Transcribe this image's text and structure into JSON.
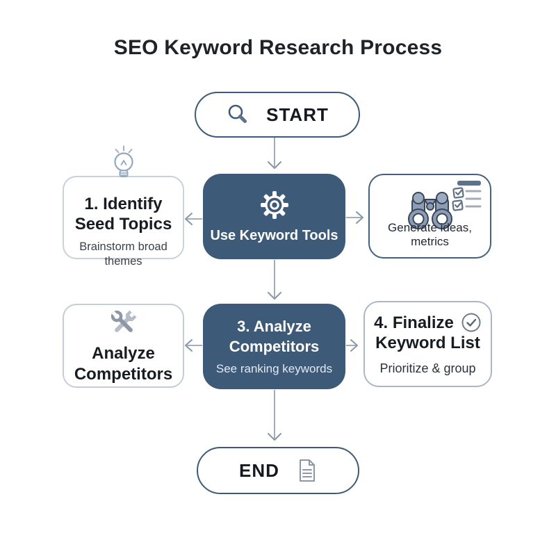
{
  "title": "SEO Keyword Research Process",
  "colors": {
    "node_fill": "#3d5a78",
    "pill_border": "#3d5a78",
    "arrow": "#93a3b4",
    "arrow_head": "#8895a4",
    "light_border": "#c9d1da",
    "text_dark": "#171c22",
    "node_text": "#ffffff"
  },
  "flow": {
    "start": {
      "label": "START",
      "icon": "search-icon"
    },
    "step1": {
      "title_line1": "1. Identify",
      "title_line2": "Seed Topics",
      "subtitle": "Brainstorm broad themes",
      "icon": "lightbulb-icon"
    },
    "tools": {
      "label": "Use Keyword Tools",
      "icon": "gear-icon"
    },
    "generate": {
      "caption": "Generate ideas, metrics",
      "icons": [
        "binoculars-icon",
        "checklist-icon"
      ]
    },
    "analyze_side": {
      "title_line1": "Analyze",
      "title_line2": "Competitors",
      "icon": "tools-icon"
    },
    "step3": {
      "title_line1": "3. Analyze",
      "title_line2": "Competitors",
      "subtitle": "See ranking keywords"
    },
    "step4": {
      "title_line1": "4. Finalize",
      "title_line2": "Keyword List",
      "subtitle": "Prioritize & group",
      "icon": "check-circle-icon"
    },
    "end": {
      "label": "END",
      "icon": "document-icon"
    }
  }
}
